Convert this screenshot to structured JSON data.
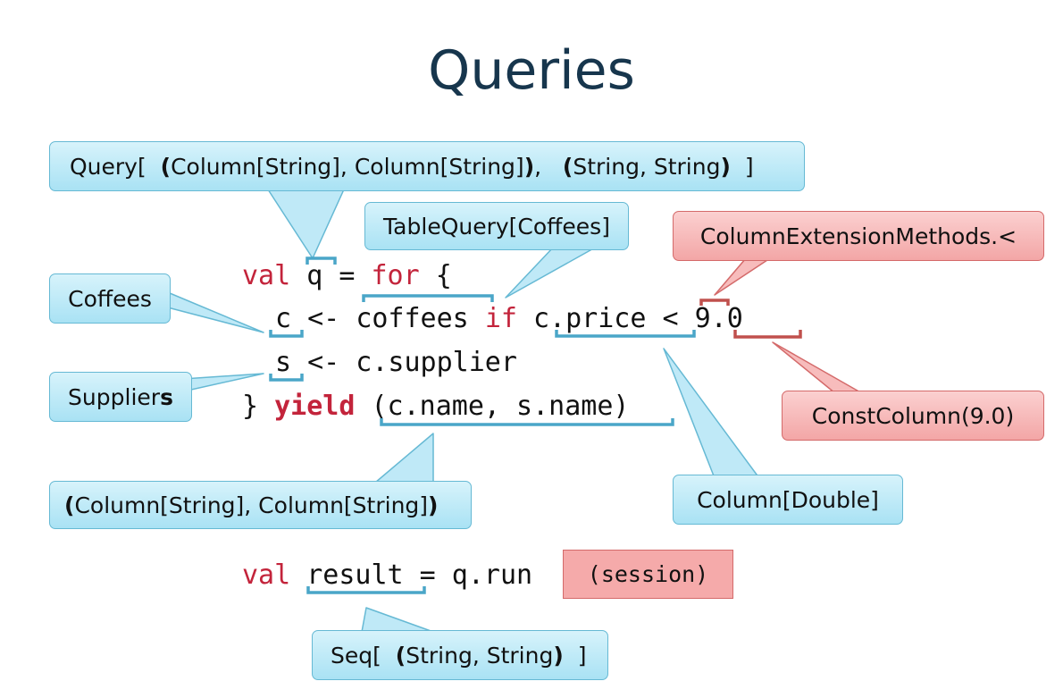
{
  "title": "Queries",
  "code": {
    "line1": {
      "kw_val": "val",
      "q": "q",
      "eq": " = ",
      "kw_for": "for",
      "brace": " {"
    },
    "line2": {
      "c": "c",
      "arrow": " <- ",
      "coffees": "coffees",
      "kw_if": "if",
      "price": "c.price",
      "lt": " < ",
      "num": "9.0"
    },
    "line3": {
      "s": "s",
      "rest": " <- c.supplier"
    },
    "line4": {
      "close": "}",
      "kw_yield": "yield",
      "tuple": "(c.name, s.name)"
    },
    "line5": {
      "kw_val": "val",
      "result": "result",
      "rest": " = q.run",
      "session": "(session)"
    }
  },
  "callouts": {
    "query_type": {
      "p1": "Query[",
      "b1": "(",
      "p2": "Column[String], Column[String]",
      "b2": ")",
      "p3": ",",
      "b3": "(",
      "p4": "String, String",
      "b4": ")",
      "p5": "]"
    },
    "tablequery": "TableQuery[Coffees]",
    "colext": "ColumnExtensionMethods.<",
    "coffees": "Coffees",
    "suppliers": {
      "main": "Supplier",
      "bold": "s"
    },
    "constcol": "ConstColumn(9.0)",
    "tuple_type": {
      "b1": "(",
      "main": "Column[String], Column[String]",
      "b2": ")"
    },
    "double": "Column[Double]",
    "seq": {
      "p1": "Seq[",
      "b1": "(",
      "main": "String, String",
      "b2": ")",
      "p2": "]"
    }
  },
  "colors": {
    "blue_fill": "#a9e2f4",
    "red_fill": "#f3a6a6",
    "keyword": "#c3243b",
    "title": "#17364d",
    "bracket_blue": "#4aa6c8",
    "bracket_red": "#c0504d"
  }
}
